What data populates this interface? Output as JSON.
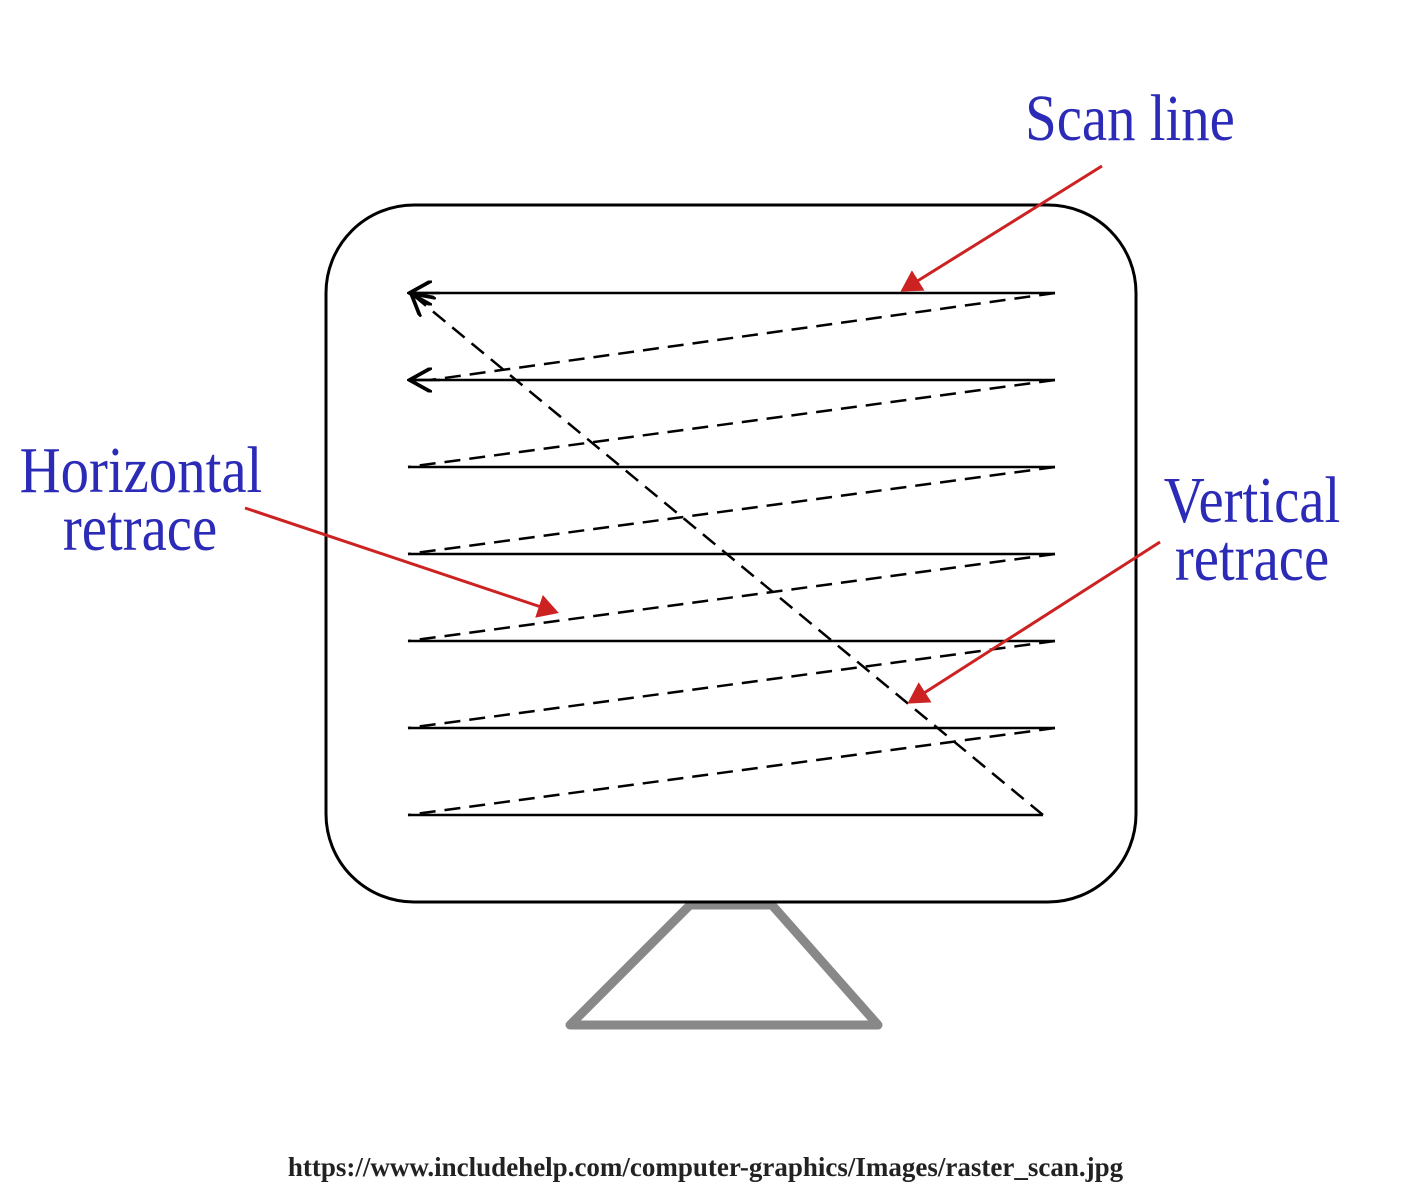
{
  "labels": {
    "scan_line": "Scan line",
    "horizontal_retrace": [
      "Horizontal",
      "retrace"
    ],
    "vertical_retrace": [
      "Vertical",
      "retrace"
    ]
  },
  "source_url": "https://www.includehelp.com/computer-graphics/Images/raster_scan.jpg",
  "colors": {
    "label_text": "#2b2bb8",
    "pointer_arrow": "#cc2222",
    "scan_lines": "#000000",
    "stand": "#888888"
  },
  "scan_line_count": 7
}
